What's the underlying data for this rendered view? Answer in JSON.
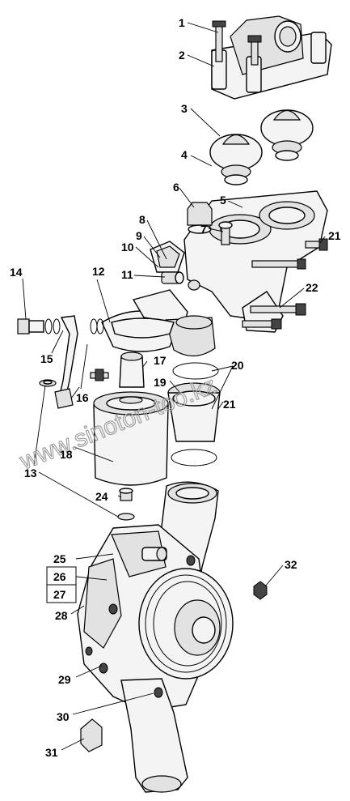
{
  "diagram": {
    "callouts": [
      "1",
      "2",
      "3",
      "4",
      "5",
      "6",
      "7",
      "8",
      "9",
      "10",
      "11",
      "12",
      "13",
      "14",
      "15",
      "16",
      "17",
      "18",
      "19",
      "20",
      "21",
      "21",
      "22",
      "24",
      "25",
      "26",
      "27",
      "28",
      "29",
      "30",
      "31",
      "32"
    ],
    "watermark": "www.sinoton-too.kz"
  }
}
